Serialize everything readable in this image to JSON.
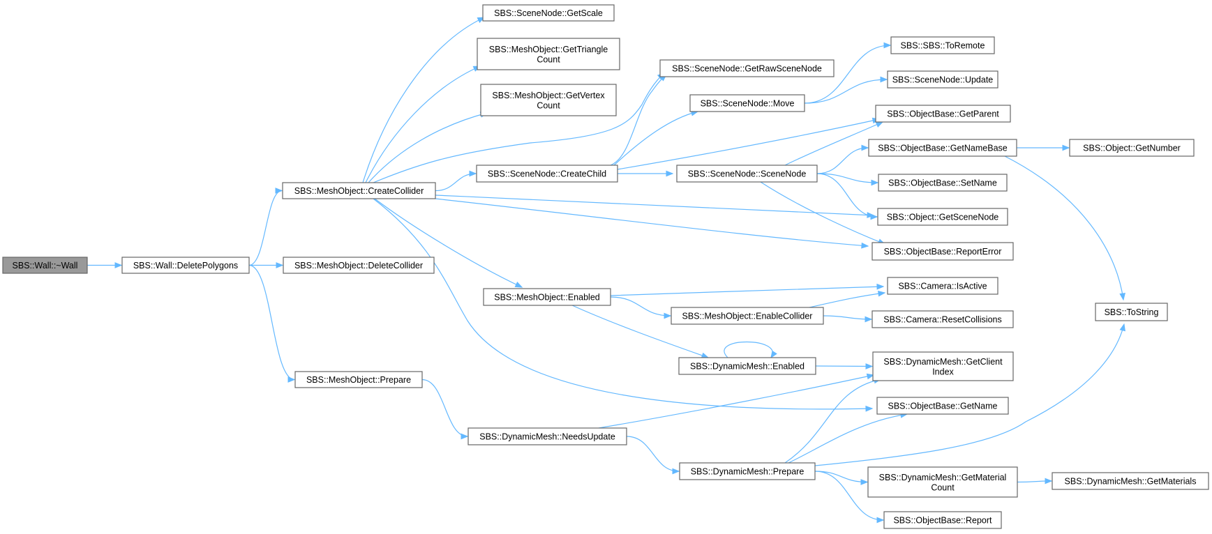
{
  "graph": {
    "edge_color": "#63b8ff",
    "node_border": "#666666",
    "root_fill": "#999999",
    "nodes": [
      {
        "id": "wall",
        "lines": [
          "SBS::Wall::~Wall"
        ],
        "root": true
      },
      {
        "id": "deletepolygons",
        "lines": [
          "SBS::Wall::DeletePolygons"
        ]
      },
      {
        "id": "createcollider",
        "lines": [
          "SBS::MeshObject::CreateCollider"
        ]
      },
      {
        "id": "deletecollider",
        "lines": [
          "SBS::MeshObject::DeleteCollider"
        ]
      },
      {
        "id": "mo_prepare",
        "lines": [
          "SBS::MeshObject::Prepare"
        ]
      },
      {
        "id": "getscale",
        "lines": [
          "SBS::SceneNode::GetScale"
        ]
      },
      {
        "id": "gettrianglecount",
        "lines": [
          "SBS::MeshObject::GetTriangle",
          "Count"
        ]
      },
      {
        "id": "getvertexcount",
        "lines": [
          "SBS::MeshObject::GetVertex",
          "Count"
        ]
      },
      {
        "id": "createchild",
        "lines": [
          "SBS::SceneNode::CreateChild"
        ]
      },
      {
        "id": "mo_enabled",
        "lines": [
          "SBS::MeshObject::Enabled"
        ]
      },
      {
        "id": "needsupdate",
        "lines": [
          "SBS::DynamicMesh::NeedsUpdate"
        ]
      },
      {
        "id": "getrawscenenode",
        "lines": [
          "SBS::SceneNode::GetRawSceneNode"
        ]
      },
      {
        "id": "move",
        "lines": [
          "SBS::SceneNode::Move"
        ]
      },
      {
        "id": "scenenode",
        "lines": [
          "SBS::SceneNode::SceneNode"
        ]
      },
      {
        "id": "enablecollider",
        "lines": [
          "SBS::MeshObject::EnableCollider"
        ]
      },
      {
        "id": "dm_enabled",
        "lines": [
          "SBS::DynamicMesh::Enabled"
        ]
      },
      {
        "id": "dm_prepare",
        "lines": [
          "SBS::DynamicMesh::Prepare"
        ]
      },
      {
        "id": "toremote",
        "lines": [
          "SBS::SBS::ToRemote"
        ]
      },
      {
        "id": "update",
        "lines": [
          "SBS::SceneNode::Update"
        ]
      },
      {
        "id": "getparent",
        "lines": [
          "SBS::ObjectBase::GetParent"
        ]
      },
      {
        "id": "getnamebase",
        "lines": [
          "SBS::ObjectBase::GetNameBase"
        ]
      },
      {
        "id": "setname",
        "lines": [
          "SBS::ObjectBase::SetName"
        ]
      },
      {
        "id": "getscenenode",
        "lines": [
          "SBS::Object::GetSceneNode"
        ]
      },
      {
        "id": "reporterror",
        "lines": [
          "SBS::ObjectBase::ReportError"
        ]
      },
      {
        "id": "isactive",
        "lines": [
          "SBS::Camera::IsActive"
        ]
      },
      {
        "id": "resetcollisions",
        "lines": [
          "SBS::Camera::ResetCollisions"
        ]
      },
      {
        "id": "getclientindex",
        "lines": [
          "SBS::DynamicMesh::GetClient",
          "Index"
        ]
      },
      {
        "id": "getname",
        "lines": [
          "SBS::ObjectBase::GetName"
        ]
      },
      {
        "id": "getmaterialcount",
        "lines": [
          "SBS::DynamicMesh::GetMaterial",
          "Count"
        ]
      },
      {
        "id": "report",
        "lines": [
          "SBS::ObjectBase::Report"
        ]
      },
      {
        "id": "getnumber",
        "lines": [
          "SBS::Object::GetNumber"
        ]
      },
      {
        "id": "tostring",
        "lines": [
          "SBS::ToString"
        ]
      },
      {
        "id": "getmaterials",
        "lines": [
          "SBS::DynamicMesh::GetMaterials"
        ]
      }
    ],
    "edges": [
      {
        "from": "wall",
        "to": "deletepolygons"
      },
      {
        "from": "deletepolygons",
        "to": "createcollider"
      },
      {
        "from": "deletepolygons",
        "to": "deletecollider"
      },
      {
        "from": "deletepolygons",
        "to": "mo_prepare"
      },
      {
        "from": "createcollider",
        "to": "getscale"
      },
      {
        "from": "createcollider",
        "to": "gettrianglecount"
      },
      {
        "from": "createcollider",
        "to": "getvertexcount"
      },
      {
        "from": "createcollider",
        "to": "getrawscenenode"
      },
      {
        "from": "createcollider",
        "to": "createchild"
      },
      {
        "from": "createcollider",
        "to": "getscenenode"
      },
      {
        "from": "createcollider",
        "to": "reporterror"
      },
      {
        "from": "createcollider",
        "to": "mo_enabled"
      },
      {
        "from": "createcollider",
        "to": "getname"
      },
      {
        "from": "createchild",
        "to": "getrawscenenode"
      },
      {
        "from": "createchild",
        "to": "move"
      },
      {
        "from": "createchild",
        "to": "getparent"
      },
      {
        "from": "createchild",
        "to": "scenenode"
      },
      {
        "from": "move",
        "to": "toremote"
      },
      {
        "from": "move",
        "to": "update"
      },
      {
        "from": "scenenode",
        "to": "getparent"
      },
      {
        "from": "scenenode",
        "to": "getnamebase"
      },
      {
        "from": "scenenode",
        "to": "setname"
      },
      {
        "from": "scenenode",
        "to": "getscenenode"
      },
      {
        "from": "scenenode",
        "to": "reporterror"
      },
      {
        "from": "getnamebase",
        "to": "getnumber"
      },
      {
        "from": "getnamebase",
        "to": "tostring"
      },
      {
        "from": "mo_enabled",
        "to": "isactive"
      },
      {
        "from": "mo_enabled",
        "to": "enablecollider"
      },
      {
        "from": "mo_enabled",
        "to": "dm_enabled"
      },
      {
        "from": "enablecollider",
        "to": "isactive"
      },
      {
        "from": "enablecollider",
        "to": "resetcollisions"
      },
      {
        "from": "dm_enabled",
        "to": "dm_enabled"
      },
      {
        "from": "dm_enabled",
        "to": "getclientindex"
      },
      {
        "from": "mo_prepare",
        "to": "needsupdate"
      },
      {
        "from": "needsupdate",
        "to": "getclientindex"
      },
      {
        "from": "needsupdate",
        "to": "dm_prepare"
      },
      {
        "from": "dm_prepare",
        "to": "getclientindex"
      },
      {
        "from": "dm_prepare",
        "to": "getname"
      },
      {
        "from": "dm_prepare",
        "to": "tostring"
      },
      {
        "from": "dm_prepare",
        "to": "getmaterialcount"
      },
      {
        "from": "dm_prepare",
        "to": "report"
      },
      {
        "from": "getmaterialcount",
        "to": "getmaterials"
      }
    ]
  }
}
